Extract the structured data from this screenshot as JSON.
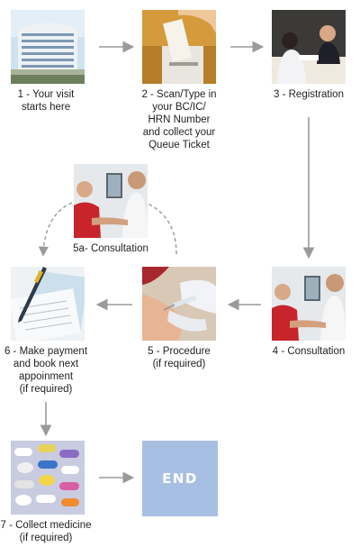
{
  "steps": {
    "s1": "1 - Your visit\nstarts here",
    "s2": "2 - Scan/Type in\nyour BC/IC/\nHRN Number\nand collect your\nQueue Ticket",
    "s3": "3 - Registration",
    "s5a": "5a- Consultation",
    "s4": "4 - Consultation",
    "s5": "5 - Procedure\n(if required)",
    "s6": "6 - Make payment\nand book next\nappoinment\n(if required)",
    "s7": "7 - Collect medicine\n(if required)",
    "end": "END"
  },
  "icons": {
    "s1": "hospital-building-image",
    "s2": "ticket-machine-image",
    "s3": "registration-counter-image",
    "s5a": "doctor-child-consultation-image",
    "s4": "doctor-child-consultation-image",
    "s5": "injection-procedure-image",
    "s6": "payment-pen-document-image",
    "s7": "medicine-pills-image"
  },
  "colors": {
    "arrow": "#9a9a9a",
    "end_box": "#a7bfe3"
  }
}
